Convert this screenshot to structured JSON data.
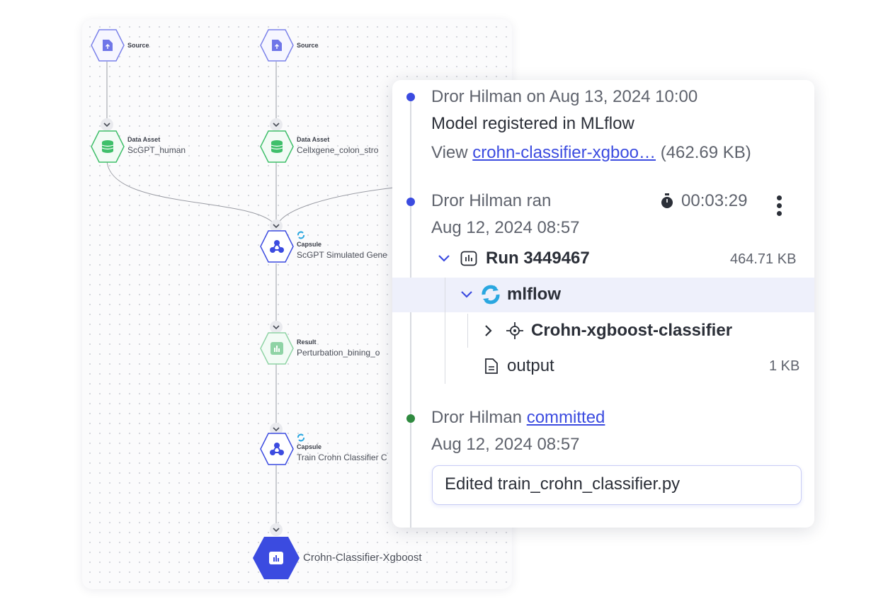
{
  "pipeline": {
    "nodes": [
      {
        "category": "Source",
        "name": ""
      },
      {
        "category": "Source",
        "name": ""
      },
      {
        "category": "Data Asset",
        "name": "ScGPT_human"
      },
      {
        "category": "Data Asset",
        "name": "Cellxgene_colon_stro"
      },
      {
        "category": "Capsule",
        "name": "ScGPT Simulated Gene"
      },
      {
        "category": "Result",
        "name": "Perturbation_bining_o"
      },
      {
        "category": "Capsule",
        "name": "Train Crohn Classifier C"
      }
    ],
    "final_node": {
      "name": "Crohn-Classifier-Xgboost"
    },
    "colors": {
      "source": "#6f76e8",
      "data_asset": "#3fbf6a",
      "capsule": "#3b4be0",
      "result": "#8fd3a5",
      "final": "#3b4be0"
    }
  },
  "timeline": {
    "event1": {
      "author_line": "Dror Hilman on Aug 13, 2024 10:00",
      "title": "Model registered in MLflow",
      "view_prefix": "View",
      "view_link": "crohn-classifier-xgboo…",
      "view_size": "(462.69 KB)",
      "dot_color": "#3b4be0"
    },
    "event2": {
      "author_line": "Dror Hilman ran",
      "duration": "00:03:29",
      "timestamp": "Aug 12, 2024 08:57",
      "dot_color": "#3b4be0",
      "run": {
        "label": "Run 3449467",
        "size": "464.71 KB"
      },
      "folder": {
        "label": "mlflow"
      },
      "model": {
        "label": "Crohn-xgboost-classifier"
      },
      "output": {
        "label": "output",
        "size": "1 KB"
      },
      "icons": [
        "chevron-down-icon",
        "chart-box-icon",
        "mlflow-sync-icon",
        "chevron-right-icon",
        "model-network-icon",
        "file-icon",
        "stopwatch-icon",
        "more-vertical-icon"
      ]
    },
    "event3": {
      "author_prefix": "Dror Hilman",
      "action_link": "committed",
      "timestamp": "Aug 12, 2024 08:57",
      "commit_message": "Edited train_crohn_classifier.py",
      "dot_color": "#2f8a3f"
    }
  }
}
